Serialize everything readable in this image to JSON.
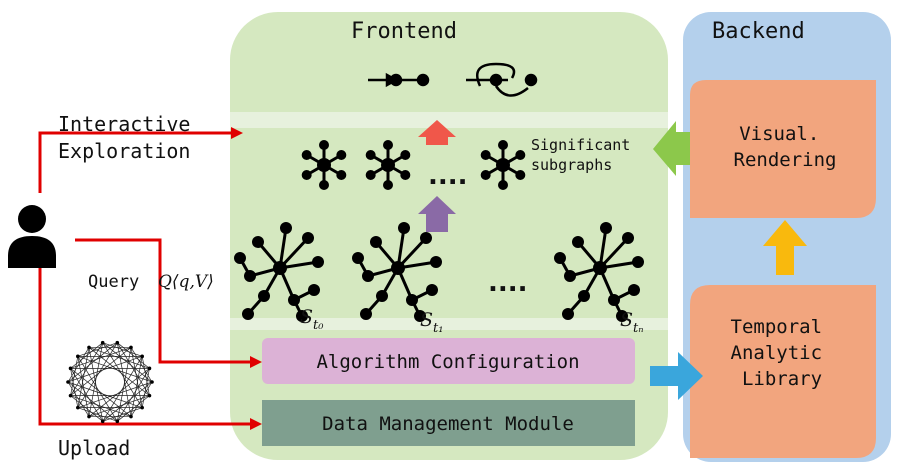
{
  "frontend": {
    "title": "Frontend",
    "panel_color": "#d5e8c0"
  },
  "backend": {
    "title": "Backend",
    "panel_color": "#b4d0ec"
  },
  "user": {
    "interactive_label": "Interactive\nExploration",
    "query_label": "Query",
    "query_symbol": "Q⟨q,V⟩",
    "upload_label": "Upload"
  },
  "modules": {
    "algorithm_config": "Algorithm Configuration",
    "data_management": "Data Management Module",
    "visual_rendering": "Visual.\nRendering",
    "temporal_library": "Temporal\nAnalytic\nLibrary",
    "significant_subgraphs": "Significant\nsubgraphs"
  },
  "snapshots": {
    "s0": "S",
    "s0_sub": "t₀",
    "s1": "S",
    "s1_sub": "t₁",
    "sn": "S",
    "sn_sub": "tₙ"
  },
  "ellipsis": "....",
  "colors": {
    "red_arrow": "#e00000",
    "algo_box": "#dcb2d6",
    "data_box": "#7f9f8f",
    "backend_box": "#f2a57e",
    "up_red": "#f0574a",
    "up_purple": "#8a6aa6",
    "left_green": "#8cc84b",
    "right_blue": "#3aa6dc",
    "up_yellow": "#f9b90d"
  }
}
